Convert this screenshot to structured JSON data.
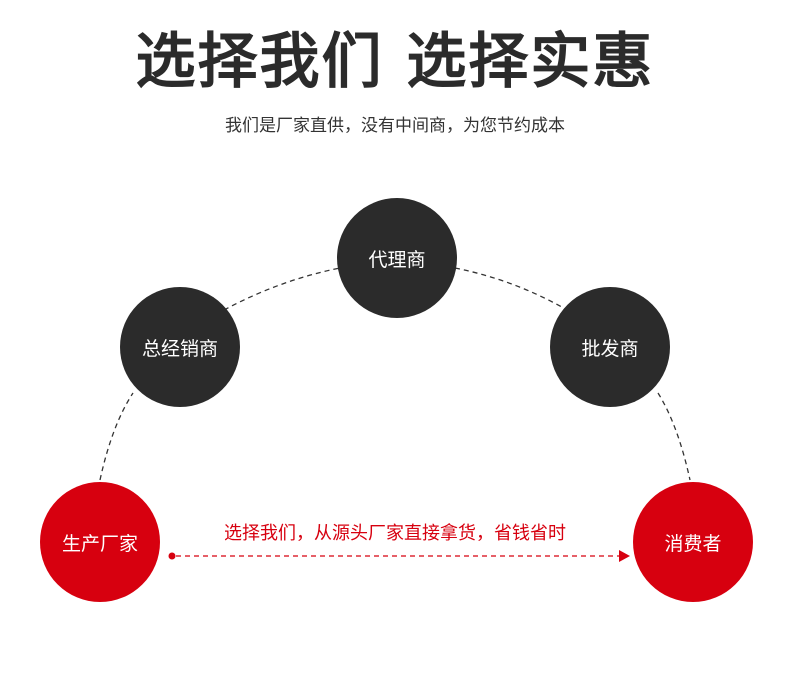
{
  "header": {
    "title": "选择我们 选择实惠",
    "subtitle": "我们是厂家直供，没有中间商，为您节约成本"
  },
  "nodes": {
    "manufacturer": "生产厂家",
    "general_distributor": "总经销商",
    "agent": "代理商",
    "wholesaler": "批发商",
    "consumer": "消费者"
  },
  "direct_path": {
    "label": "选择我们，从源头厂家直接拿货，省钱省时"
  },
  "colors": {
    "dark_node": "#2b2b2b",
    "accent_red": "#d7000f",
    "title_text": "#2b2b2b",
    "dashed_line": "#333333"
  }
}
